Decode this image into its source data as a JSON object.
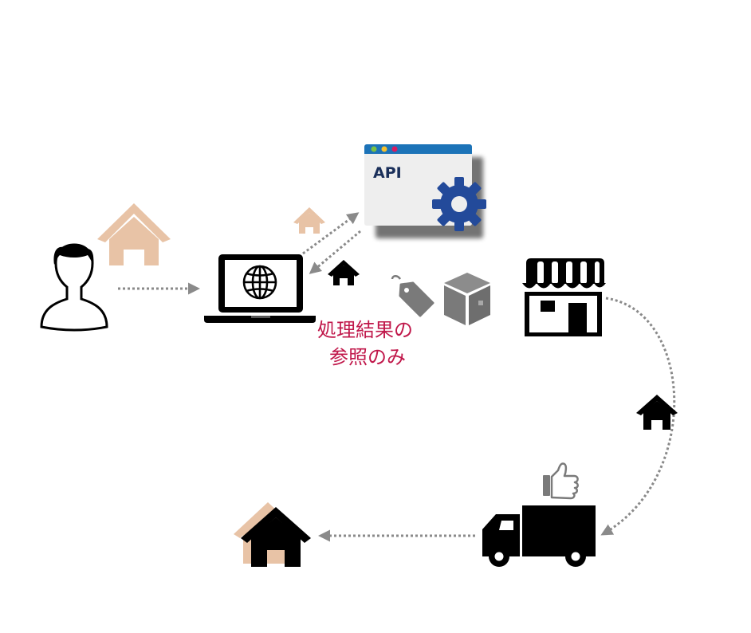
{
  "api_window": {
    "label": "API"
  },
  "caption": {
    "line1": "処理結果の",
    "line2": "参照のみ"
  },
  "colors": {
    "house_beige": "#e8c3a6",
    "arrow_gray": "#8a8a8a",
    "api_blue": "#1f73b8",
    "gear_blue": "#234a9a",
    "caption_red": "#c0174a",
    "icon_black": "#000000",
    "api_body": "#eeeeee"
  },
  "icons": [
    "user-icon",
    "house-icon",
    "laptop-icon",
    "globe-icon",
    "api-window-icon",
    "gear-icon",
    "price-tag-icon",
    "box-icon",
    "store-icon",
    "truck-icon",
    "thumbs-up-icon"
  ]
}
